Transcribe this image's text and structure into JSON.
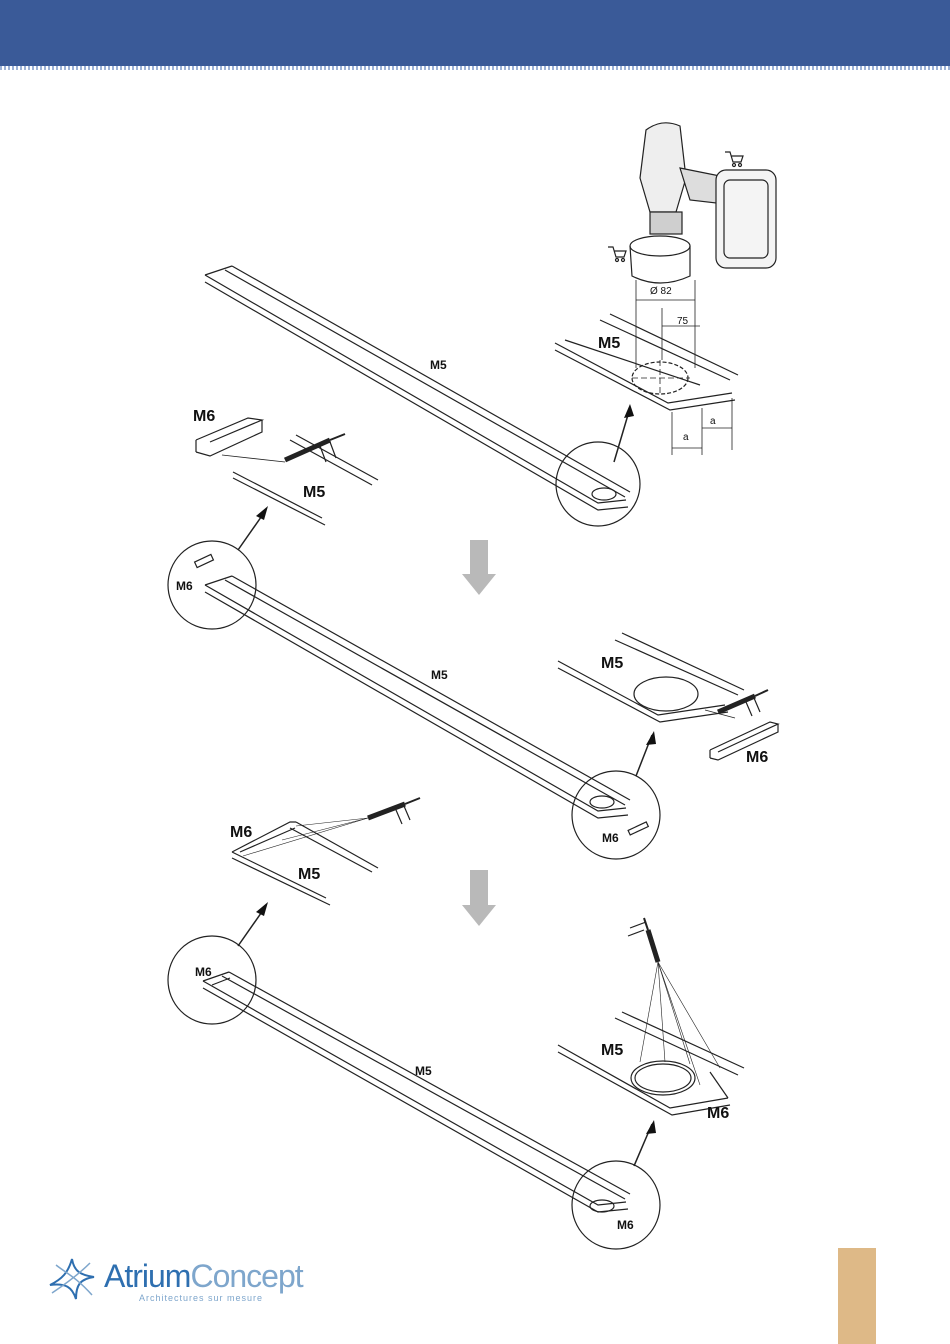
{
  "labels": {
    "m5": "M5",
    "m6": "M6"
  },
  "dimensions": {
    "diameter": "Ø 82",
    "offset": "75",
    "a": "a"
  },
  "logo": {
    "part1": "Atrium",
    "part2": "Concept",
    "tagline": "Architectures sur mesure"
  },
  "colors": {
    "header": "#3a5a98",
    "page_tab": "#deb987",
    "arrow": "#b9b9b9"
  }
}
